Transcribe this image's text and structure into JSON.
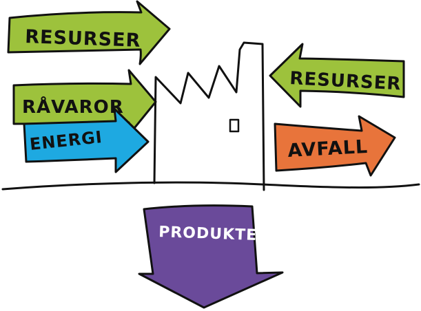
{
  "labels": {
    "resources_in_top": "RESURSER",
    "raw_materials": "RÅVAROR",
    "energy": "ENERGI",
    "resources_in_right": "RESURSER",
    "waste": "AVFALL",
    "products": "PRODUKTER"
  },
  "colors": {
    "green": "#9dc23c",
    "blue": "#1ea9e1",
    "orange": "#e8743b",
    "purple": "#6a4a9a",
    "outline": "#111111",
    "background": "#ffffff"
  }
}
